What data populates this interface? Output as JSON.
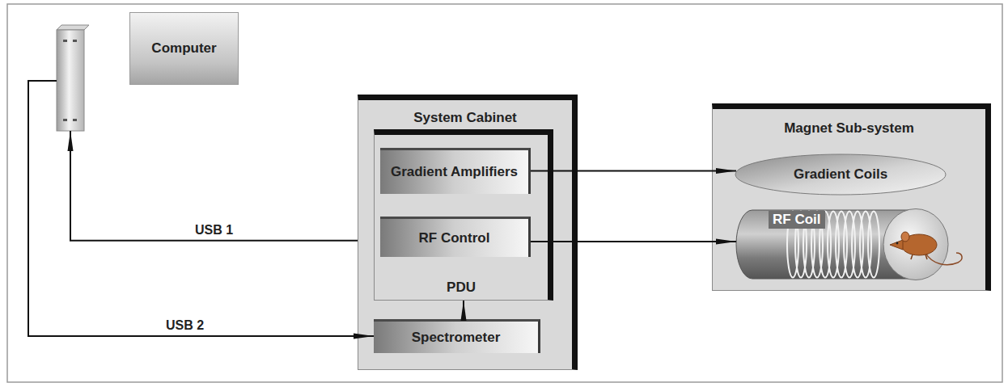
{
  "diagram": {
    "nodes": [
      {
        "text": [
          "Computer"
        ]
      },
      {
        "text": [
          "System Cabinet"
        ]
      },
      {
        "text": [
          "PDU"
        ],
        "in": 1
      },
      {
        "text": [
          "Gradient Amplifiers"
        ],
        "in": 2
      },
      {
        "text": [
          "RF Control"
        ],
        "in": 2
      },
      {
        "text": [
          "Spectrometer"
        ],
        "in": 1
      },
      {
        "text": [
          "Magnet Sub-system"
        ]
      },
      {
        "text": [
          "Gradient Coils"
        ],
        "in": 6
      },
      {
        "text": [
          "RF Coil"
        ],
        "in": 6
      }
    ],
    "edges": [
      {
        "from": 1,
        "to": 0,
        "label": "USB 1",
        "arrow": "to"
      },
      {
        "from": 0,
        "to": 5,
        "label": "USB 2",
        "arrow": "to"
      },
      {
        "from": 5,
        "to": 2,
        "arrow": "to"
      },
      {
        "from": 3,
        "to": 7,
        "arrow": "to"
      },
      {
        "from": 4,
        "to": 8,
        "arrow": "to"
      }
    ]
  }
}
